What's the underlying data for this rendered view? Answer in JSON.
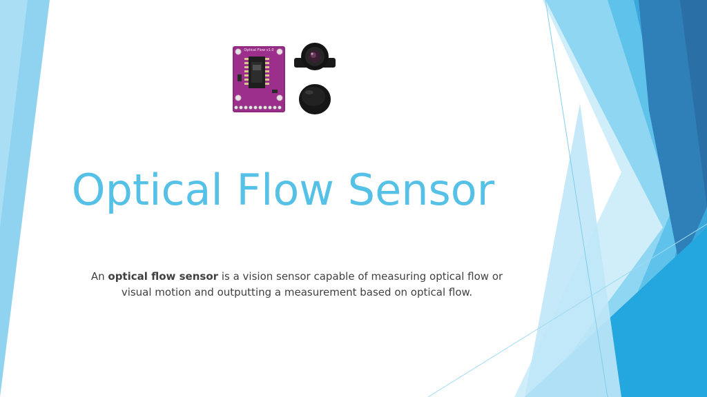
{
  "slide": {
    "title": "Optical Flow Sensor",
    "body": {
      "lead": "An",
      "term": "optical flow sensor",
      "rest_line1": "is a vision sensor capable of measuring optical flow or",
      "line2": "visual motion and outputting a measurement based on optical flow."
    },
    "image": {
      "board_label": "Optical Flow v1.0"
    }
  },
  "colors": {
    "title": "#56c1e6",
    "text": "#404040",
    "accent_light": "#8fd3f0",
    "accent_mid": "#3fb5e3",
    "accent_dark": "#2a6fa6",
    "board": "#8e2a7e"
  }
}
